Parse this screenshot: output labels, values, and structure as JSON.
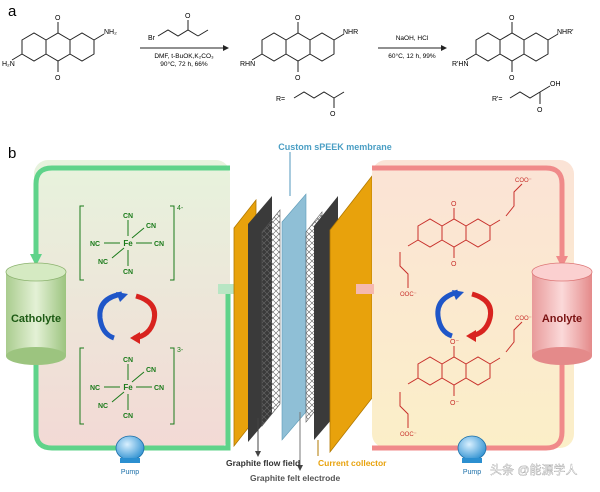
{
  "panel_a": {
    "label": "a",
    "reagent_top": "Br",
    "reagent_label": "O",
    "step1_conditions_line1": "DMF, t-BuOK,K₂CO₃",
    "step1_conditions_line2": "90°C, 72 h, 66%",
    "step2_conditions_line1": "NaOH, HCl",
    "step2_conditions_line2": "60°C, 12 h, 99%",
    "start_nh2_top": "NH₂",
    "start_nh2_bottom": "H₂N",
    "mid_nhr": "NHR",
    "mid_rhn": "RHN",
    "final_nhr": "NHR'",
    "final_rhn": "R'HN",
    "r_def": "R=",
    "r2_def": "R'=",
    "carbonyl_o": "O",
    "oh": "OH"
  },
  "panel_b": {
    "label": "b",
    "membrane_label": "Custom sPEEK membrane",
    "catholyte": "Catholyte",
    "anolyte": "Anolyte",
    "pump": "Pump",
    "flow_field_label": "Graphite flow  field",
    "felt_label": "Graphite felt electrode",
    "collector_label": "Current collector",
    "fe_top_charge": "4-",
    "fe_bottom_charge": "3-",
    "fe": "Fe",
    "cn": "CN",
    "nc": "NC",
    "coo": "COO⁻",
    "oox": "OOC⁻",
    "nh_o": "O",
    "o_minus": "O⁻",
    "watermark": "头条 @能源学人"
  },
  "colors": {
    "catholyte_loop": "#5fd38a",
    "anolyte_loop": "#f08a8a",
    "collector": "#e8a20c",
    "felt": "#3a3a3a",
    "membrane": "#8fbfd6",
    "arrow_blue": "#1f56c8",
    "arrow_red": "#d8231f",
    "fe_green": "#1a7a1a",
    "anthra_red": "#c8302b"
  }
}
